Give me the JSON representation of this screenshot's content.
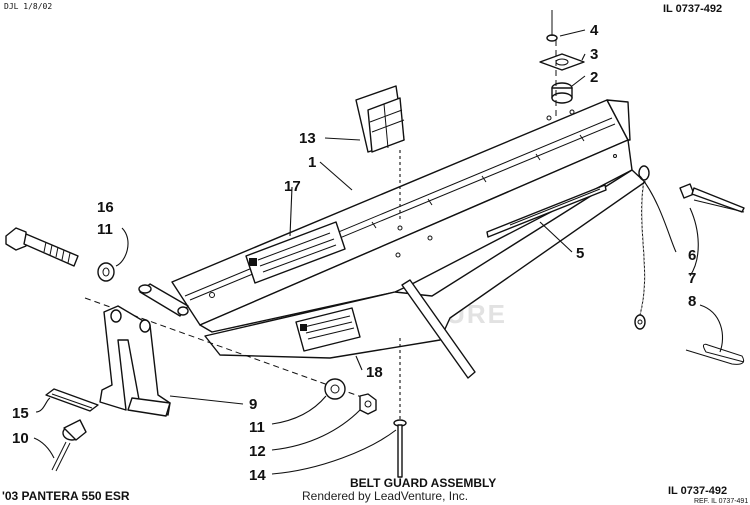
{
  "header": {
    "date_code": "DJL 1/8/02",
    "illustration_id": "IL 0737-492"
  },
  "footer": {
    "model": "'03 PANTERA 550 ESR",
    "title": "BELT GUARD ASSEMBLY",
    "rendered_by": "Rendered by LeadVenture, Inc.",
    "illustration_id": "IL 0737-492",
    "reference": "REF. IL 0737-491"
  },
  "watermark": "LEADVENTURE",
  "callouts": [
    "4",
    "3",
    "2",
    "13",
    "1",
    "17",
    "16",
    "11",
    "5",
    "6",
    "7",
    "8",
    "18",
    "9",
    "15",
    "11",
    "10",
    "12",
    "14"
  ]
}
